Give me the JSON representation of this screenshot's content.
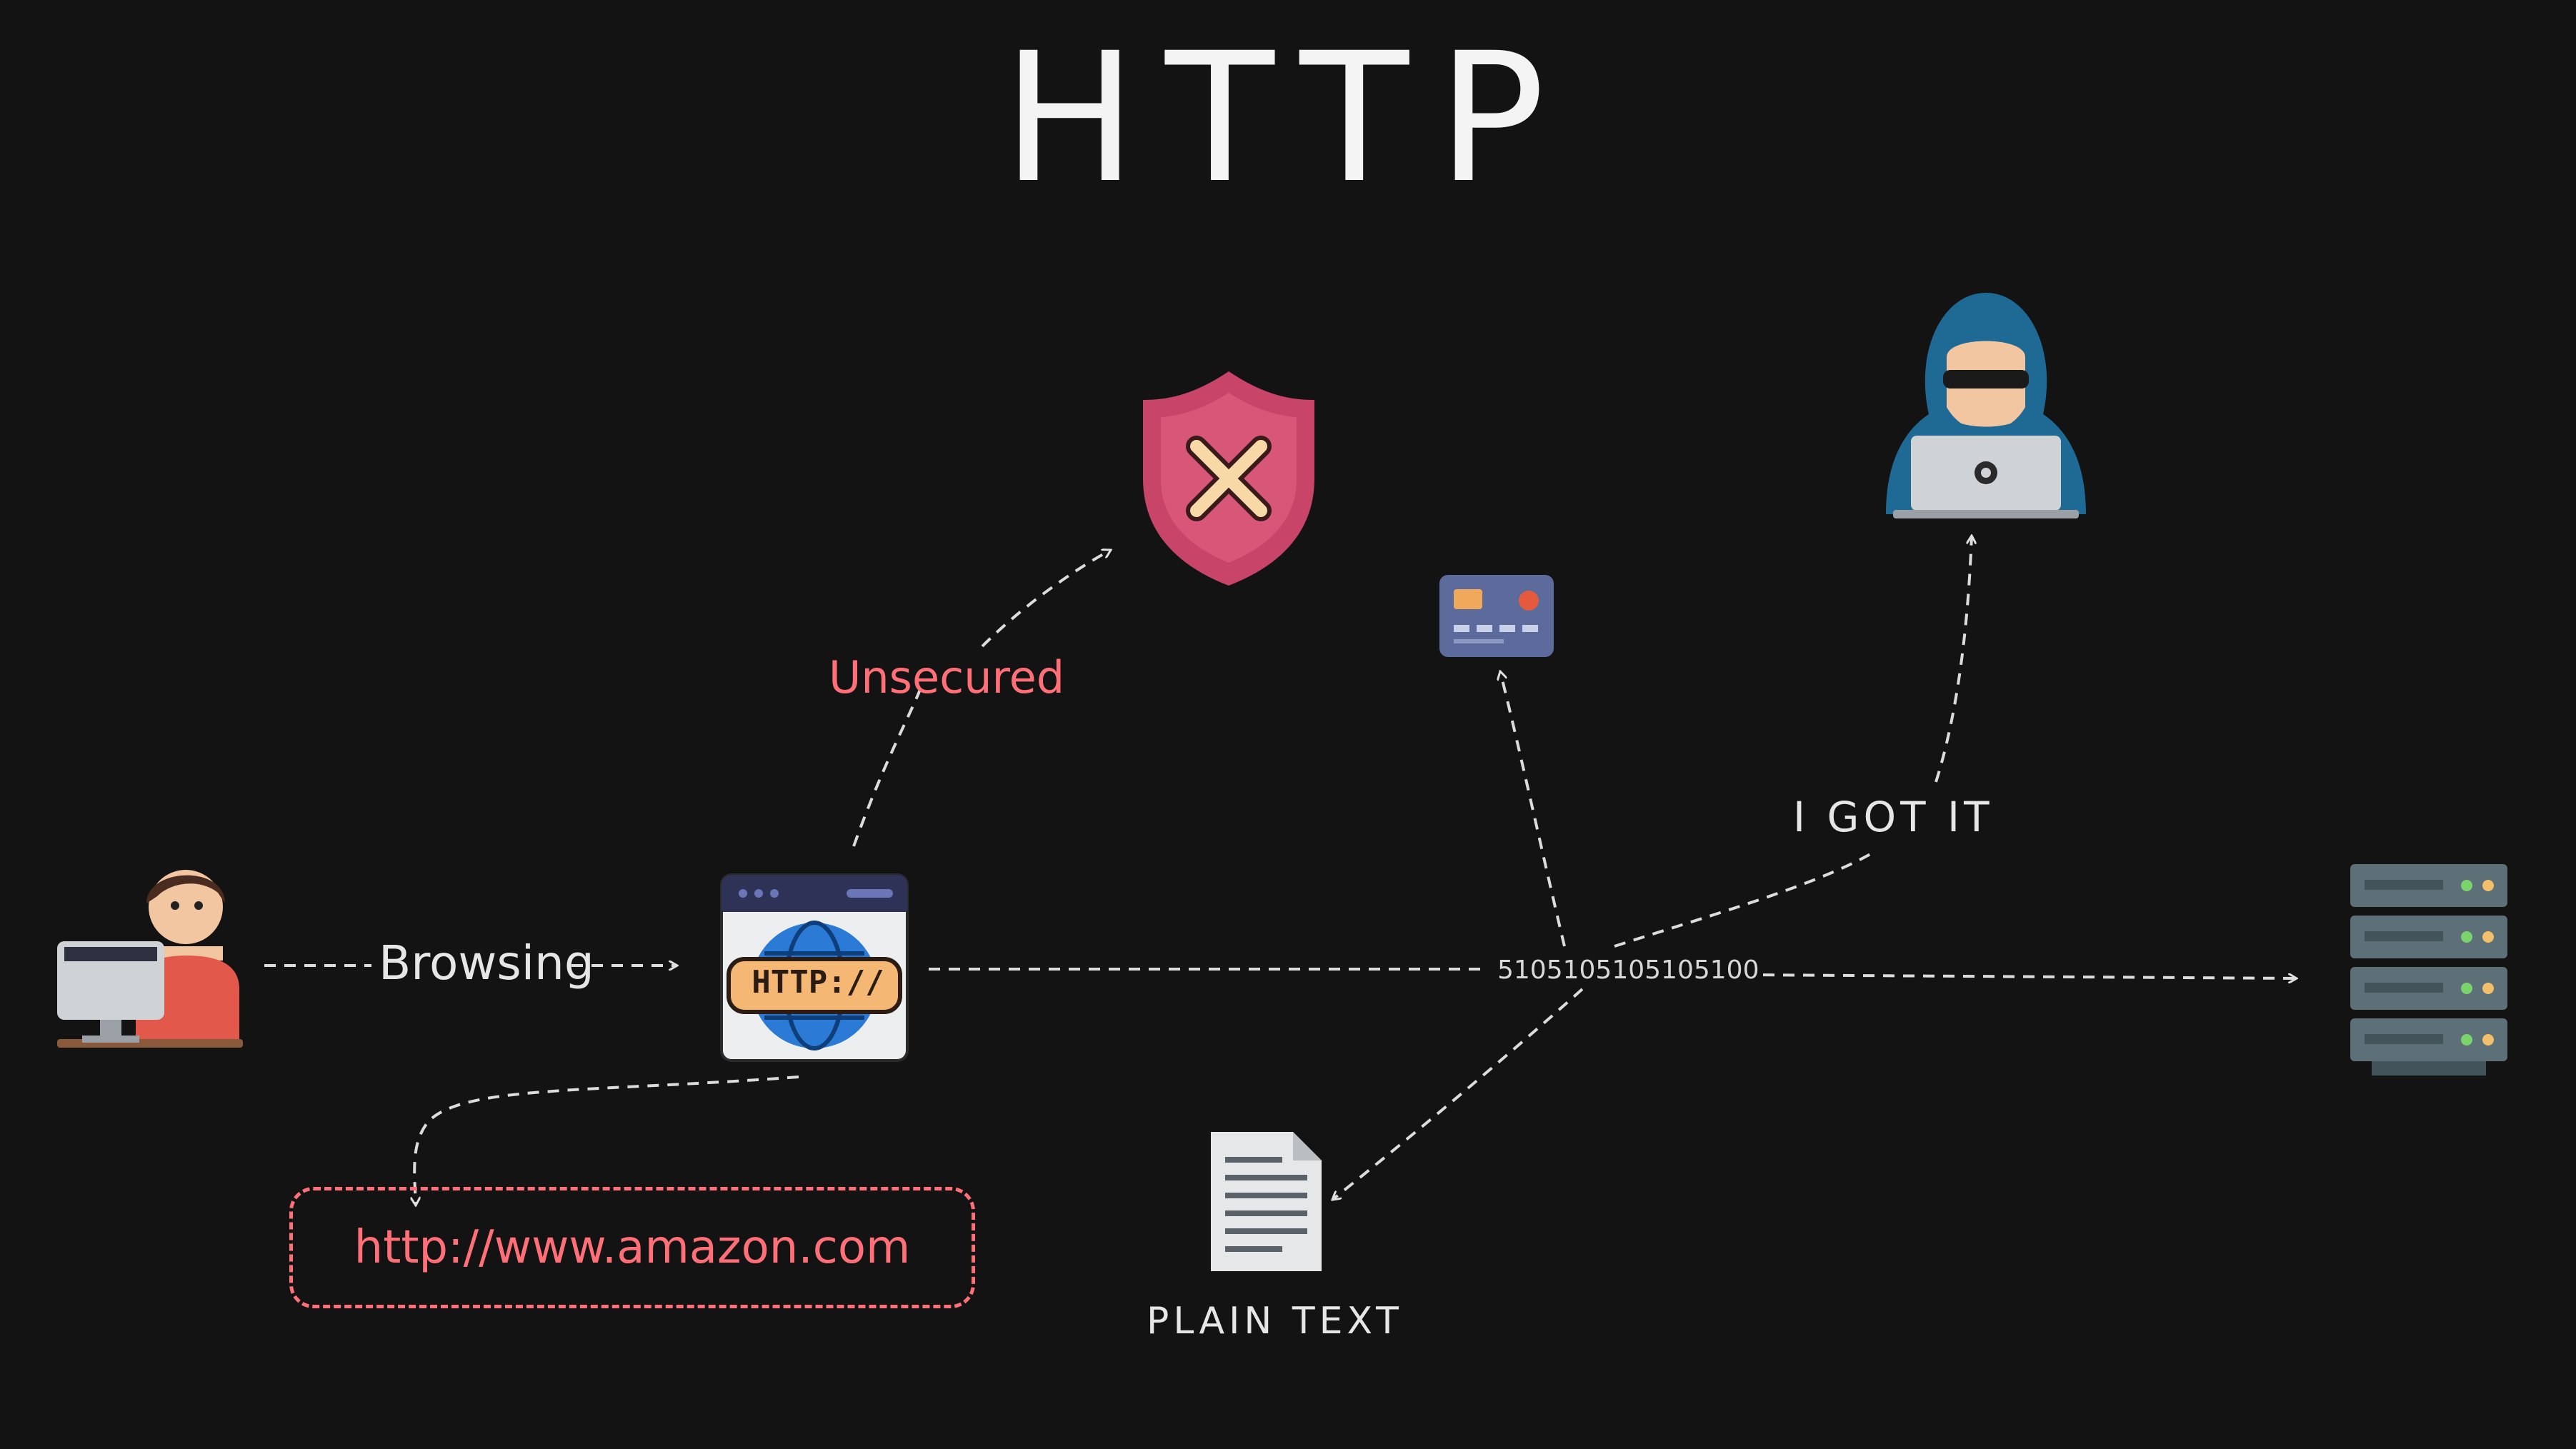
{
  "title": "HTTP",
  "labels": {
    "browsing": "Browsing",
    "unsecured": "Unsecured",
    "got_it": "I GOT IT",
    "binary": "5105105105105100",
    "plain_text": "PLAIN TEXT",
    "url": "http://www.amazon.com",
    "http_badge": "HTTP://"
  },
  "nodes": [
    {
      "id": "user",
      "icon": "user-at-computer-icon"
    },
    {
      "id": "browser",
      "icon": "http-browser-window-icon"
    },
    {
      "id": "shield",
      "icon": "shield-x-icon"
    },
    {
      "id": "card",
      "icon": "credit-card-icon"
    },
    {
      "id": "hacker",
      "icon": "hacker-laptop-icon"
    },
    {
      "id": "server",
      "icon": "server-rack-icon"
    },
    {
      "id": "document",
      "icon": "document-icon"
    }
  ],
  "colors": {
    "background": "#131313",
    "text": "#e6e6e6",
    "accent_red": "#ff6f78",
    "shield": "#c94469",
    "hood": "#1f6a94",
    "server": "#5d6f77"
  }
}
